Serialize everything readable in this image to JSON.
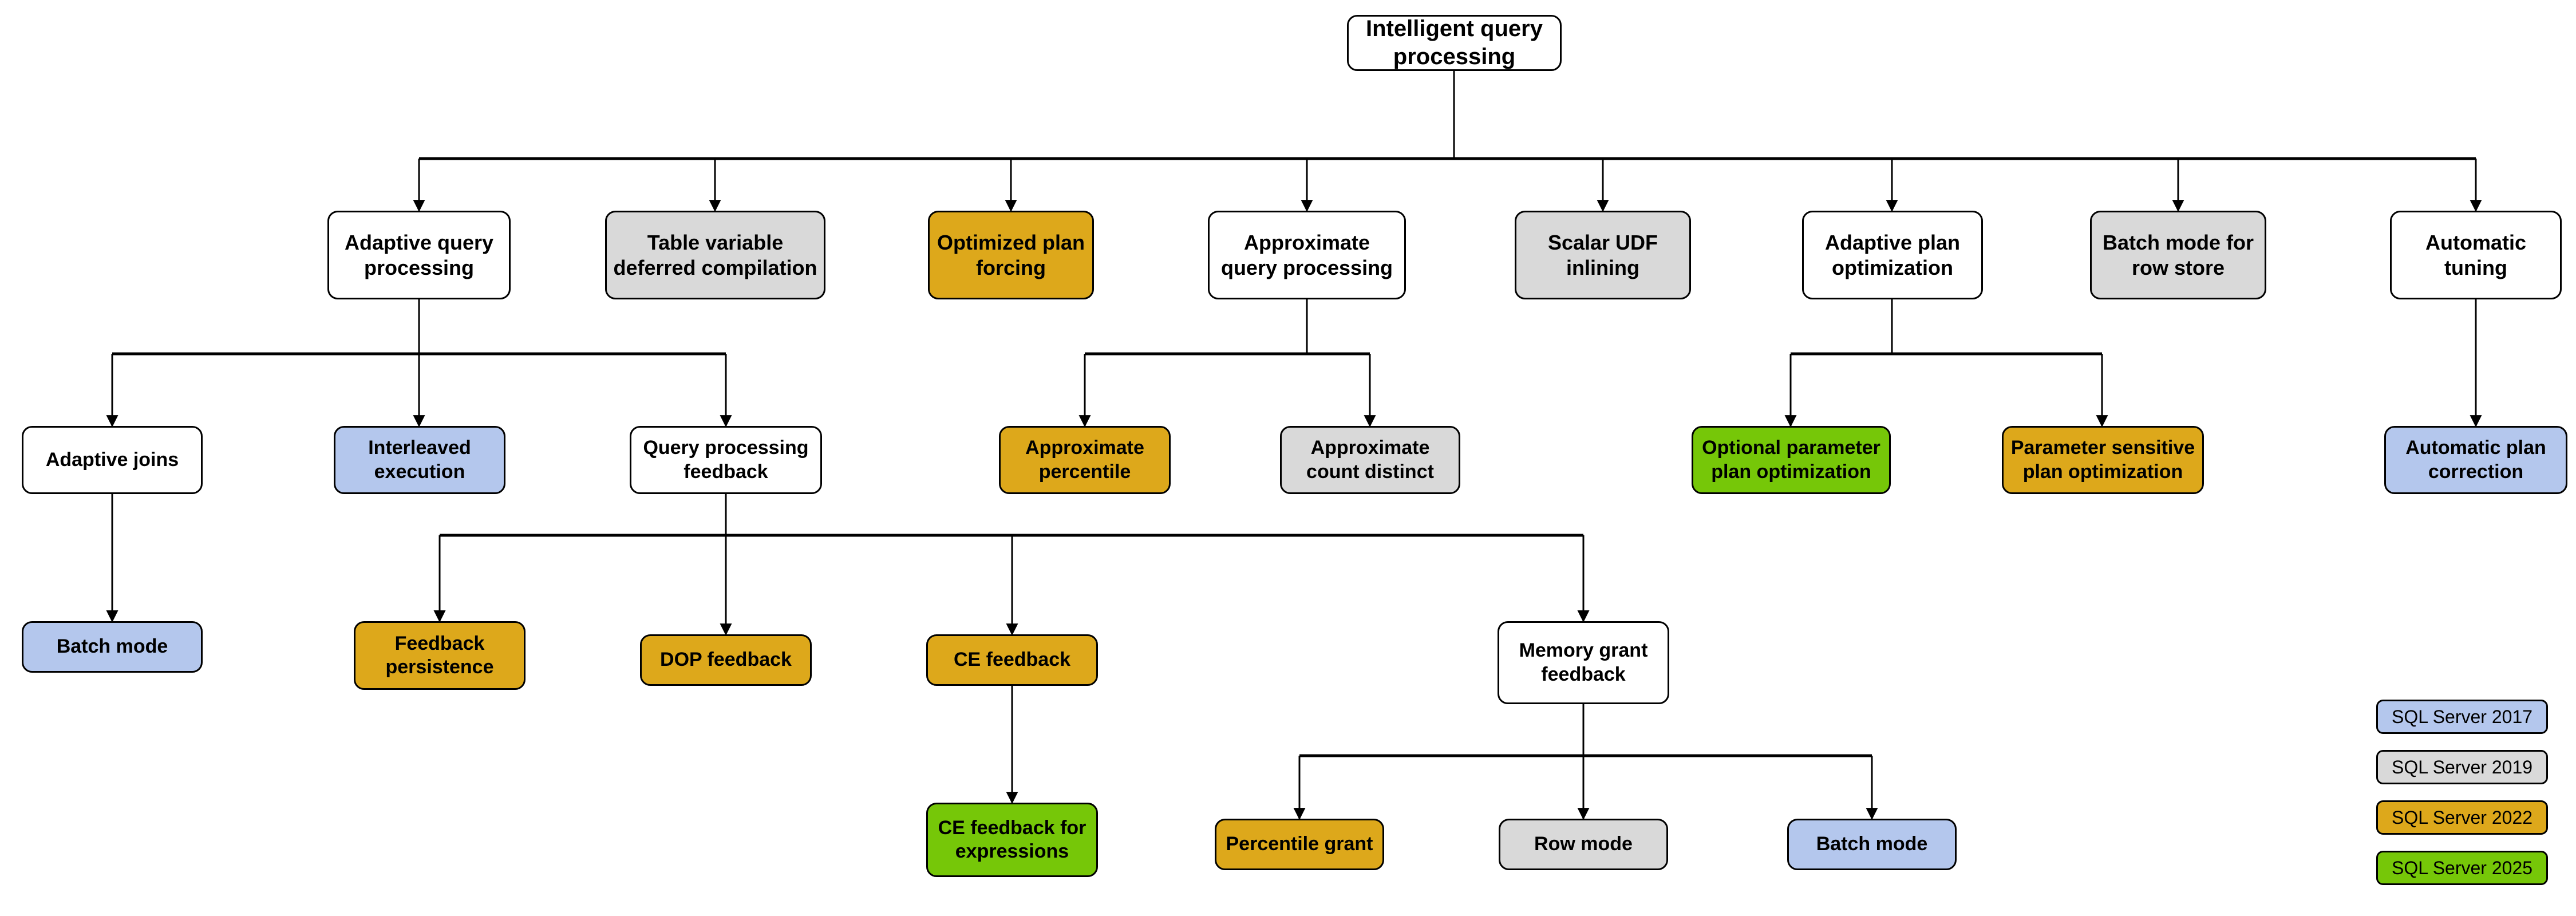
{
  "diagram": {
    "title_node": "Intelligent query processing",
    "palette": {
      "white": "#ffffff",
      "gray": "#d9d9d9",
      "orange": "#dda81b",
      "blue": "#b4c7ed",
      "green": "#76c708",
      "stroke": "#000000"
    },
    "nodes": {
      "root": "Intelligent query\nprocessing",
      "adaptive_query_processing": "Adaptive query\nprocessing",
      "table_variable_deferred_compilation": "Table variable\ndeferred compilation",
      "optimized_plan_forcing": "Optimized plan\nforcing",
      "approximate_query_processing": "Approximate\nquery processing",
      "scalar_udf_inlining": "Scalar UDF\ninlining",
      "adaptive_plan_optimization": "Adaptive plan\noptimization",
      "batch_mode_for_row_store": "Batch mode for\nrow store",
      "automatic_tuning": "Automatic\ntuning",
      "adaptive_joins": "Adaptive joins",
      "interleaved_execution": "Interleaved\nexecution",
      "query_processing_feedback": "Query processing\nfeedback",
      "approximate_percentile": "Approximate\npercentile",
      "approximate_count_distinct": "Approximate\ncount distinct",
      "optional_parameter_plan_optimization": "Optional parameter\nplan optimization",
      "parameter_sensitive_plan_optimization": "Parameter sensitive\nplan optimization",
      "automatic_plan_correction": "Automatic plan\ncorrection",
      "batch_mode_adaptive_joins": "Batch mode",
      "feedback_persistence": "Feedback\npersistence",
      "dop_feedback": "DOP feedback",
      "ce_feedback": "CE feedback",
      "memory_grant_feedback": "Memory grant\nfeedback",
      "ce_feedback_for_expressions": "CE feedback for\nexpressions",
      "percentile_grant": "Percentile grant",
      "row_mode": "Row mode",
      "batch_mode_memory_grant": "Batch mode"
    },
    "legend": [
      {
        "label": "SQL Server 2017",
        "color": "#b4c7ed",
        "fill": "blue"
      },
      {
        "label": "SQL Server 2019",
        "color": "#d9d9d9",
        "fill": "gray"
      },
      {
        "label": "SQL Server 2022",
        "color": "#dda81b",
        "fill": "orange"
      },
      {
        "label": "SQL Server 2025",
        "color": "#76c708",
        "fill": "green"
      }
    ]
  }
}
